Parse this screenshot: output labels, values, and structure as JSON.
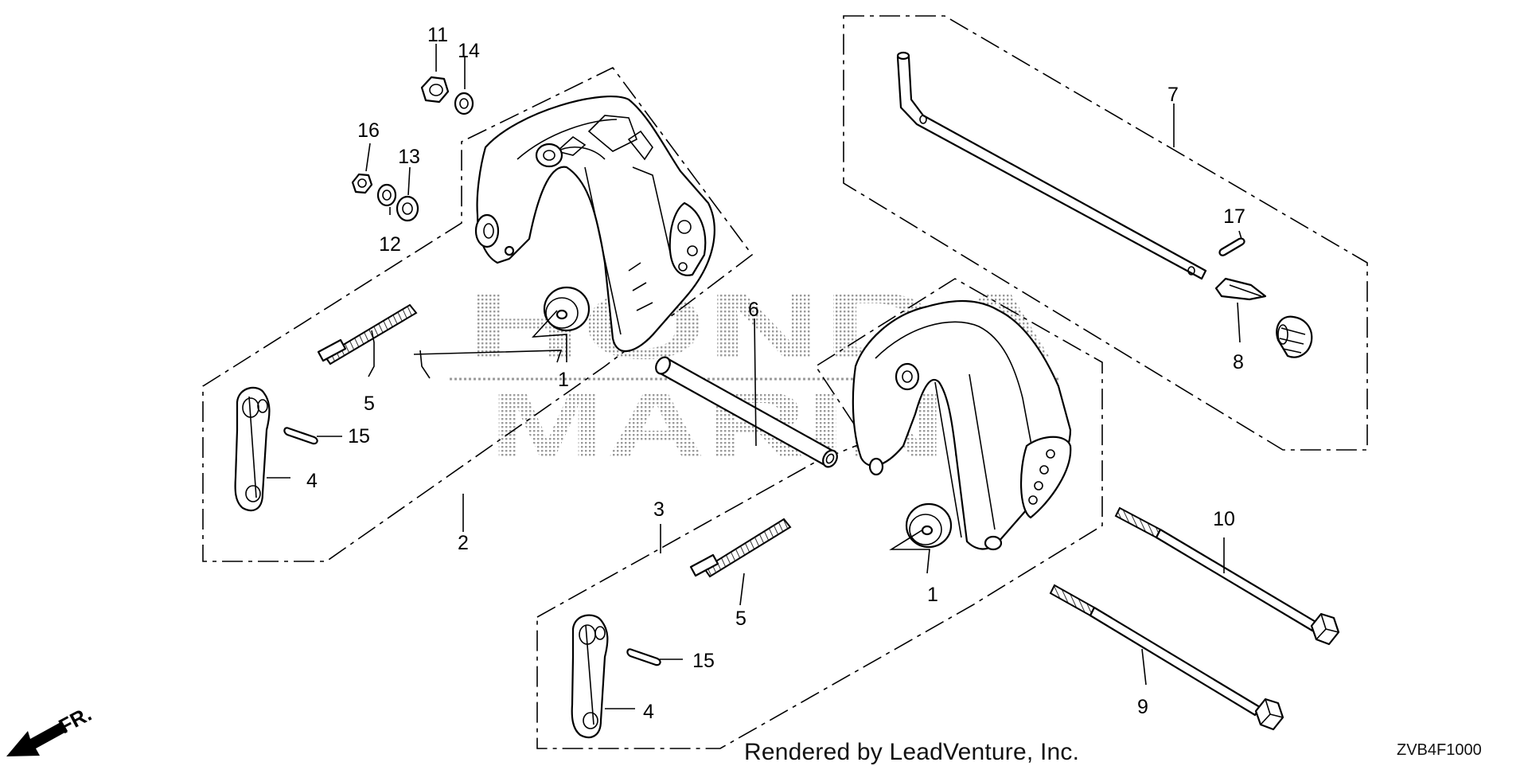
{
  "callouts": {
    "p1a": "1",
    "p1b": "1",
    "p2": "2",
    "p3": "3",
    "p4a": "4",
    "p4b": "4",
    "p5a": "5",
    "p5b": "5",
    "p6": "6",
    "p7": "7",
    "p8": "8",
    "p9": "9",
    "p10": "10",
    "p11": "11",
    "p12": "12",
    "p13": "13",
    "p14": "14",
    "p15a": "15",
    "p15b": "15",
    "p16": "16",
    "p17": "17"
  },
  "direction_label": "FR.",
  "footer": {
    "credit": "Rendered by LeadVenture, Inc.",
    "diagram_code": "ZVB4F1000"
  },
  "watermark": {
    "line1": "HONDA",
    "line2": "MARINE"
  }
}
